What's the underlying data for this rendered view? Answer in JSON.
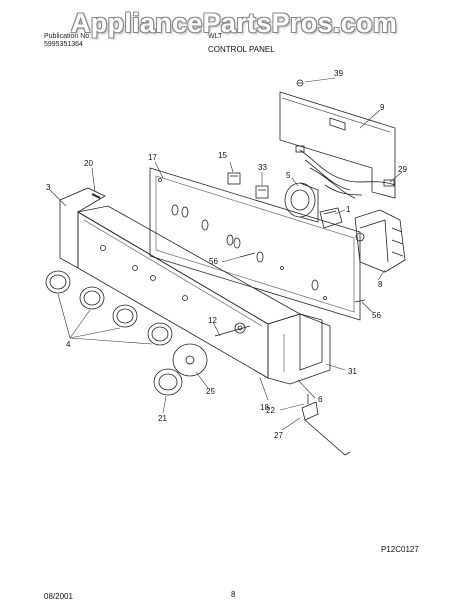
{
  "watermark": "AppliancePartsPros.com",
  "header": {
    "publication_label": "Publication No.",
    "publication_number": "5995351364",
    "model_label": "WLT",
    "section_title": "CONTROL PANEL"
  },
  "diagram": {
    "callouts": [
      "39",
      "9",
      "15",
      "33",
      "20",
      "17",
      "29",
      "3",
      "5",
      "1",
      "56",
      "8",
      "56",
      "12",
      "4",
      "31",
      "25",
      "6",
      "18",
      "21",
      "22",
      "27"
    ]
  },
  "footer": {
    "figure_code": "P12C0127",
    "date": "08/2001",
    "page": "8"
  }
}
